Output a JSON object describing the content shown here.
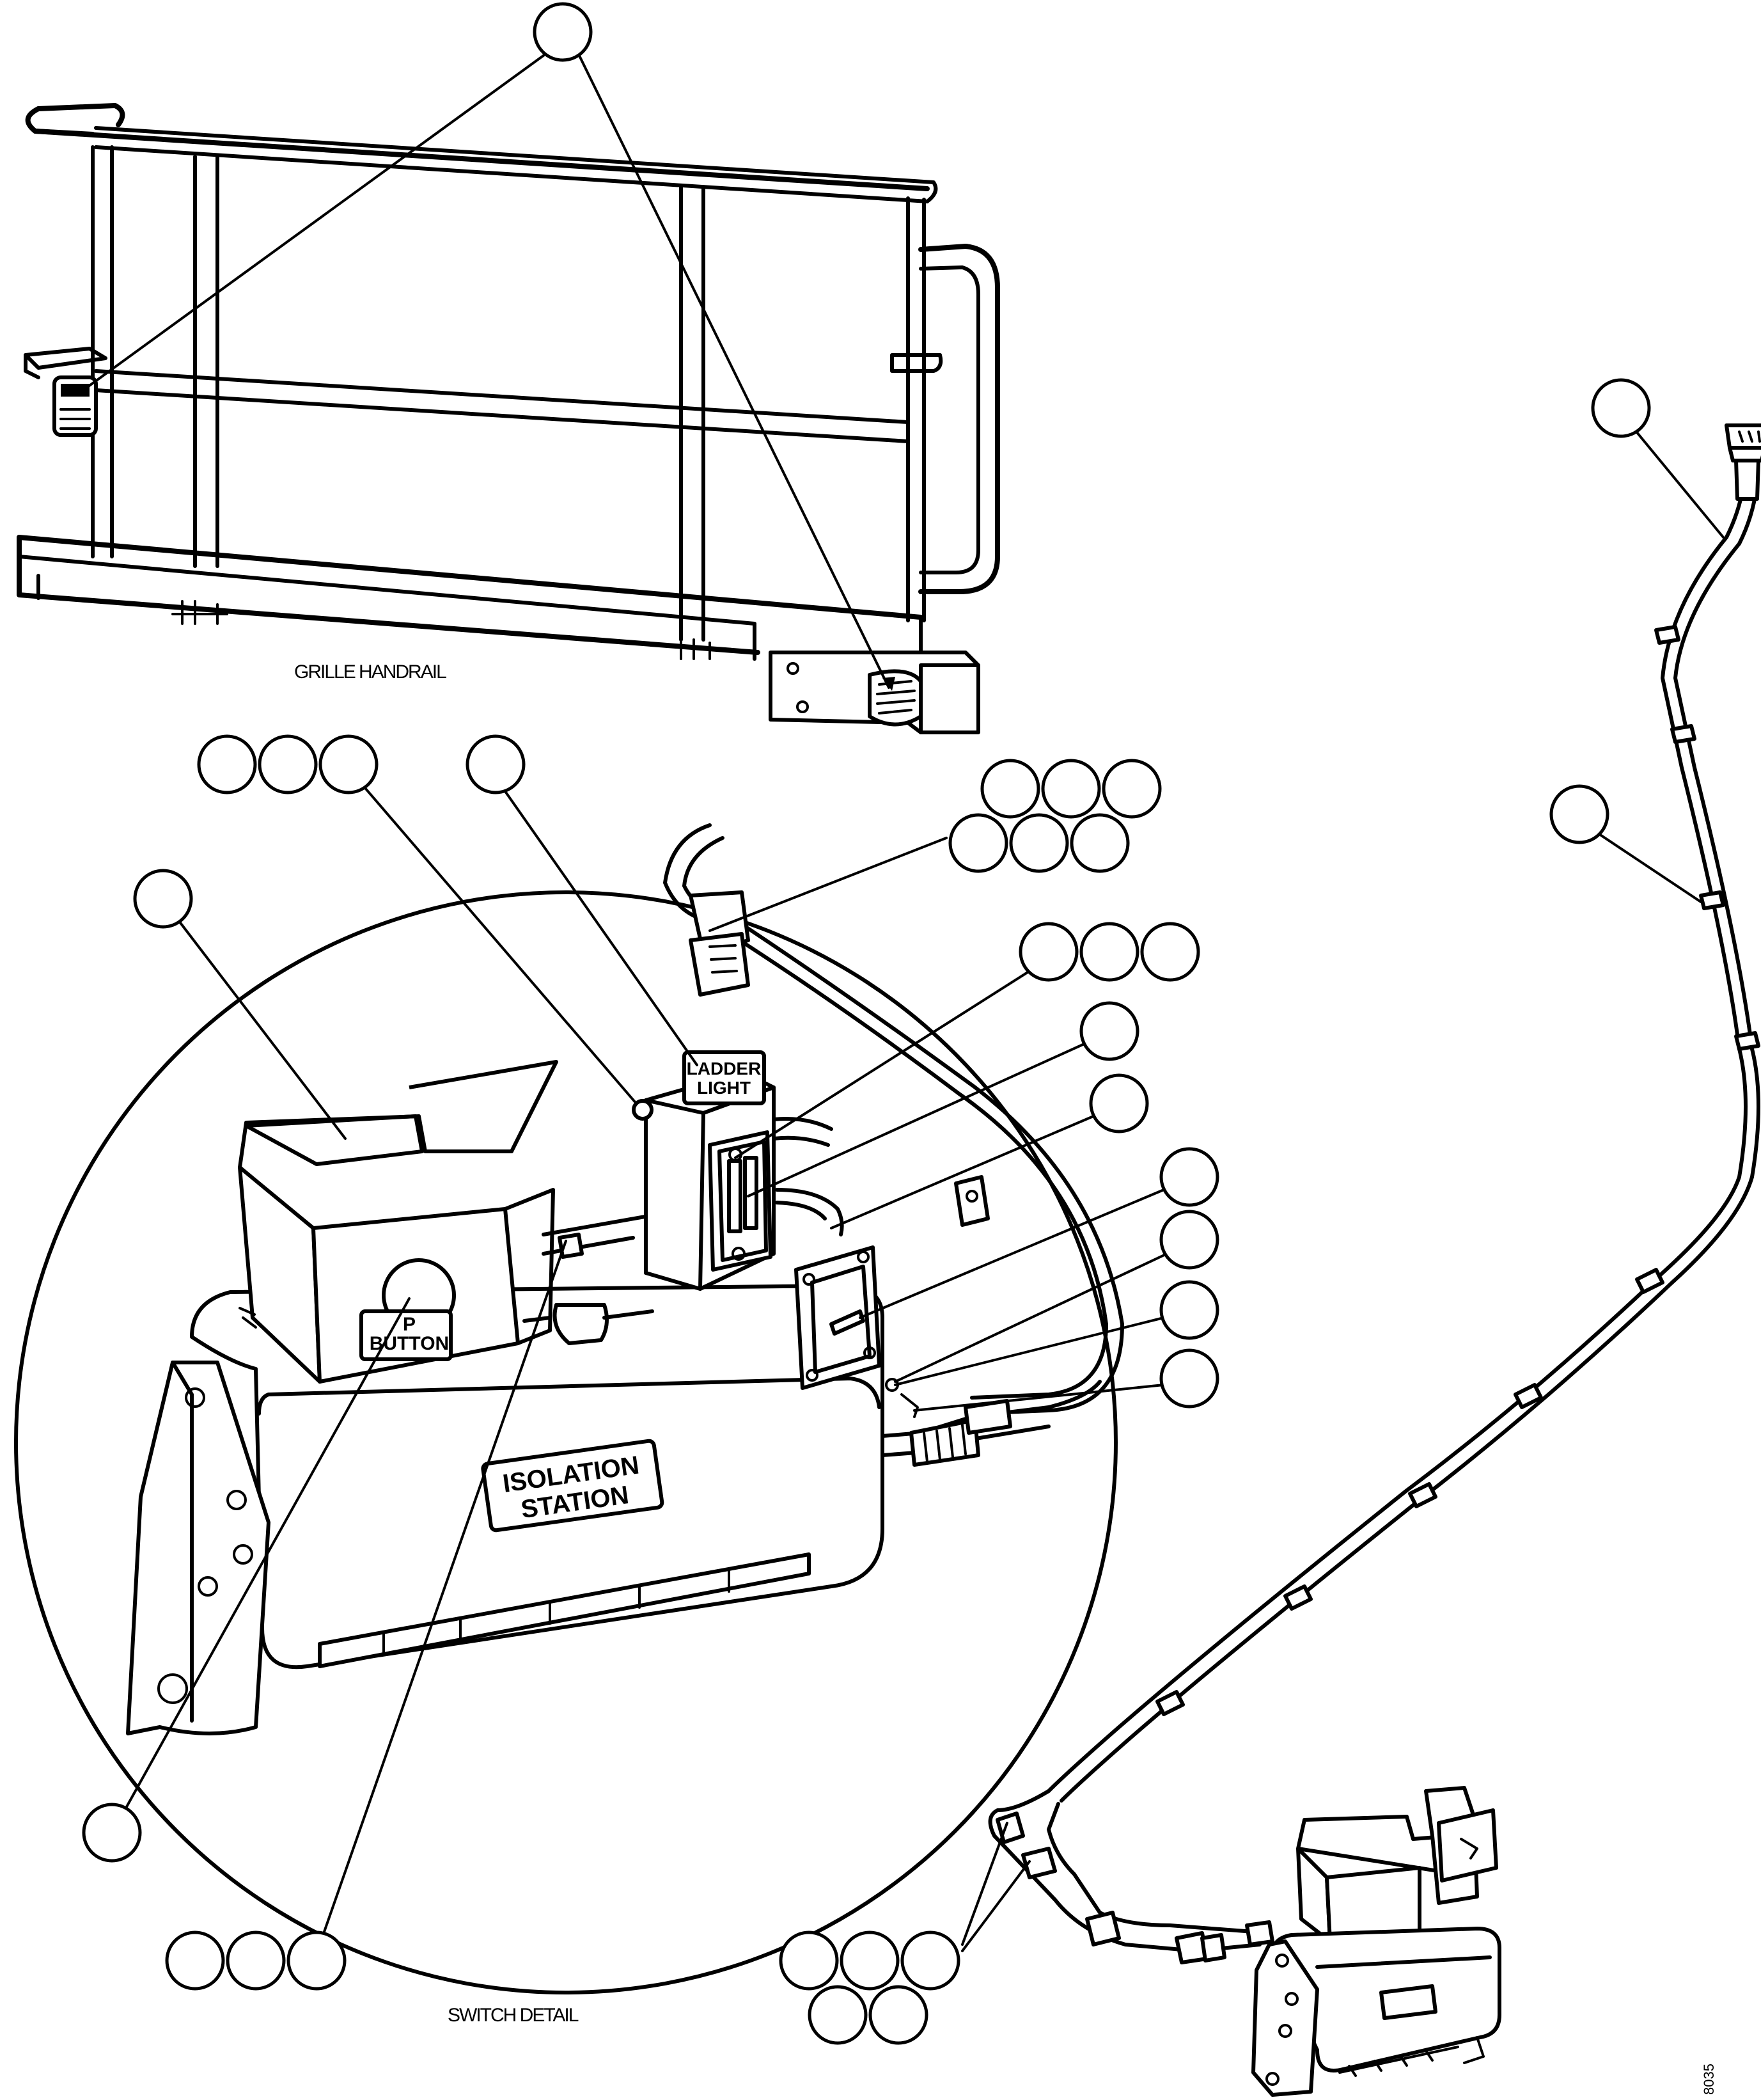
{
  "captions": {
    "handrail": "GRILLE HANDRAIL",
    "switch_detail": "SWITCH DETAIL",
    "drawing_number": "8035"
  },
  "labels": {
    "ladder_line1": "LADDER",
    "ladder_line2": "LIGHT",
    "push_line1": "P",
    "push_line2": "BUTTON",
    "iso_line1": "ISOLATION",
    "iso_line2": "STATION"
  }
}
